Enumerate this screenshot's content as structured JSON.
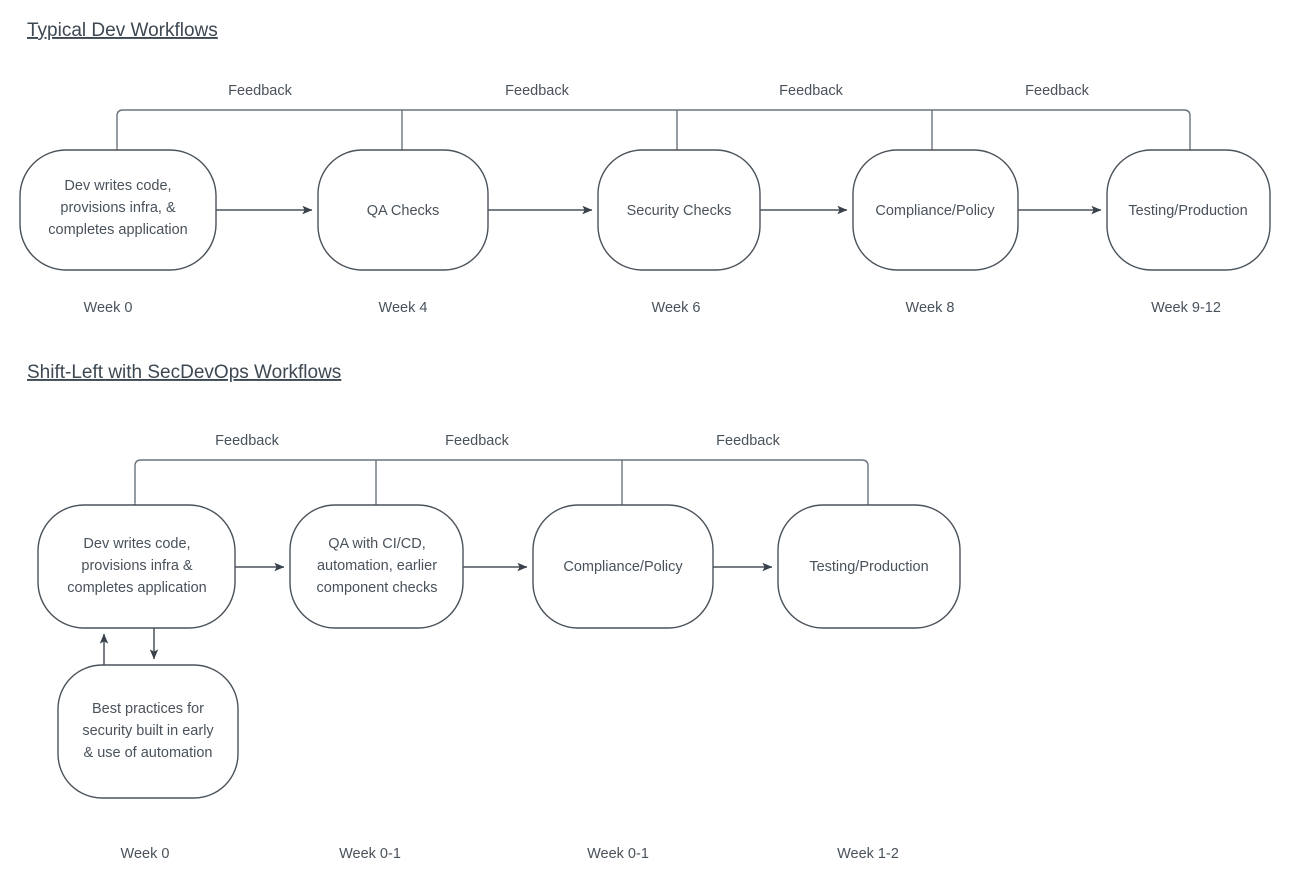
{
  "page": {
    "background": "#ffffff",
    "stroke_color": "#4a525a",
    "text_color": "#49525b",
    "feedback_stroke": "#6a737d"
  },
  "sections": [
    {
      "id": "typical-dev-workflows",
      "title": "Typical Dev Workflows",
      "nodes": [
        {
          "id": "dev-writes-code",
          "label": "Dev writes code,\nprovisions infra, &\ncompletes application",
          "lines": [
            "Dev writes code,",
            "provisions infra, &",
            "completes application"
          ],
          "week": "Week 0"
        },
        {
          "id": "qa-checks",
          "label": "QA Checks",
          "lines": [
            "QA Checks"
          ],
          "week": "Week 4"
        },
        {
          "id": "security-checks",
          "label": "Security Checks",
          "lines": [
            "Security Checks"
          ],
          "week": "Week 6"
        },
        {
          "id": "compliance-policy",
          "label": "Compliance/Policy",
          "lines": [
            "Compliance/Policy"
          ],
          "week": "Week 8"
        },
        {
          "id": "testing-production",
          "label": "Testing/Production",
          "lines": [
            "Testing/Production"
          ],
          "week": "Week 9-12"
        }
      ],
      "feedback_labels": [
        "Feedback",
        "Feedback",
        "Feedback",
        "Feedback"
      ]
    },
    {
      "id": "shift-left-secdevops-workflows",
      "title": "Shift-Left with SecDevOps Workflows",
      "nodes": [
        {
          "id": "dev-writes-code-2",
          "label": "Dev writes code,\nprovisions infra &\ncompletes application",
          "lines": [
            "Dev writes code,",
            "provisions infra &",
            "completes application"
          ],
          "week": "Week 0"
        },
        {
          "id": "qa-with-cicd",
          "label": "QA with CI/CD,\nautomation, earlier\ncomponent checks",
          "lines": [
            "QA with CI/CD,",
            "automation, earlier",
            "component checks"
          ],
          "week": "Week  0-1"
        },
        {
          "id": "compliance-policy-2",
          "label": "Compliance/Policy",
          "lines": [
            "Compliance/Policy"
          ],
          "week": "Week 0-1"
        },
        {
          "id": "testing-production-2",
          "label": "Testing/Production",
          "lines": [
            "Testing/Production"
          ],
          "week": "Week 1-2"
        }
      ],
      "side_node": {
        "id": "best-practices",
        "label": "Best practices for\nsecurity built in early\n& use of automation",
        "lines": [
          "Best practices for",
          "security built in early",
          "& use of automation"
        ]
      },
      "feedback_labels": [
        "Feedback",
        "Feedback",
        "Feedback"
      ]
    }
  ]
}
